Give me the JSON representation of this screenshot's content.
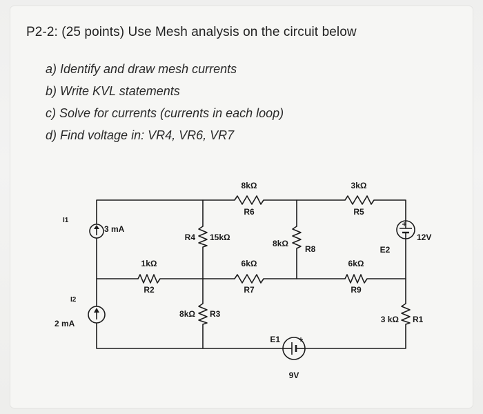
{
  "problem": {
    "title": "P2-2: (25 points) Use Mesh analysis on the circuit below",
    "parts": [
      "a) Identify and draw mesh currents",
      "b) Write KVL statements",
      "c) Solve for currents (currents in each loop)",
      "d) Find voltage in: VR4, VR6, VR7"
    ]
  },
  "circuit": {
    "I1": {
      "name": "I1",
      "value": "3 mA"
    },
    "I2": {
      "name": "I2",
      "value": "2 mA"
    },
    "R1": {
      "name": "R1",
      "value": "3 kΩ"
    },
    "R2": {
      "name": "R2",
      "value": "1kΩ"
    },
    "R3": {
      "name": "R3",
      "value": "8kΩ"
    },
    "R4": {
      "name": "R4",
      "value": "15kΩ"
    },
    "R5": {
      "name": "R5",
      "value": "3kΩ"
    },
    "R6": {
      "name": "R6",
      "value": "8kΩ"
    },
    "R7": {
      "name": "R7",
      "value": "6kΩ"
    },
    "R8": {
      "name": "R8",
      "value": "8kΩ"
    },
    "R9": {
      "name": "R9",
      "value": "6kΩ"
    },
    "E1": {
      "name": "E1",
      "value": "9V"
    },
    "E2": {
      "name": "E2",
      "value": "12V"
    },
    "colors": {
      "wire": "#1c1c1c",
      "text": "#1a1a1a"
    }
  }
}
